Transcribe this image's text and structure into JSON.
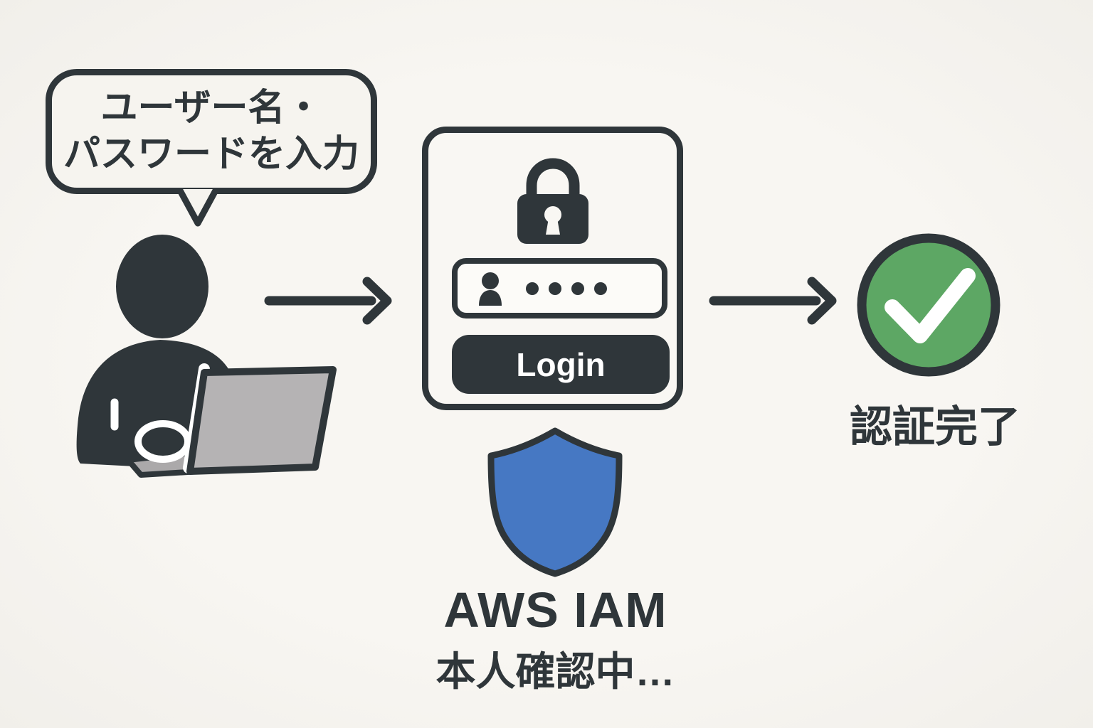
{
  "colors": {
    "ink": "#2F363A",
    "background": "#F6F4EF",
    "card_bg": "#F9F7F3",
    "input_bg": "#FCFBF8",
    "blue": "#4678C3",
    "green": "#5DA764",
    "laptop": "#B5B3B4",
    "laptop_base": "#ABA9AA",
    "white": "#FFFFFF"
  },
  "speech_bubble": {
    "line1": "ユーザー名・",
    "line2": "パスワードを入力"
  },
  "login_card": {
    "lock_icon": "padlock-icon",
    "user_icon": "user-icon",
    "password_dots": 4,
    "button_label": "Login"
  },
  "iam": {
    "shield_icon": "shield-icon",
    "title": "AWS IAM",
    "status": "本人確認中…"
  },
  "result": {
    "check_icon": "check-circle-icon",
    "label": "認証完了"
  }
}
